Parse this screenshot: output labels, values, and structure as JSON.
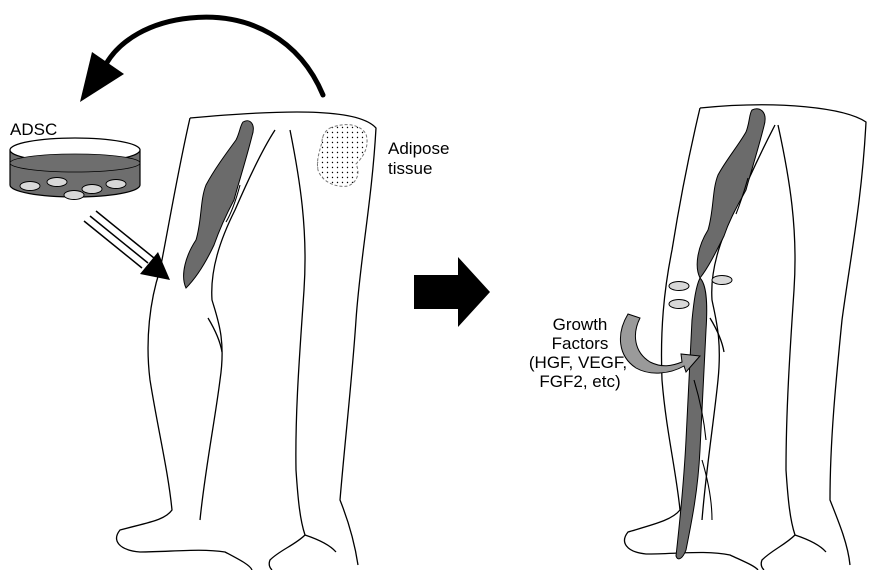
{
  "labels": {
    "adsc": "ADSC",
    "adipose_line1": "Adipose",
    "adipose_line2": "tissue",
    "growth_line1": "Growth",
    "growth_line2": "Factors",
    "growth_line3": "(HGF, VEGF,",
    "growth_line4": "FGF2, etc)"
  },
  "colors": {
    "vessel_fill": "#6b6b6b",
    "dish_medium": "#6e6e6e",
    "cell_fill": "#d8d8d8",
    "curved_arrow_fill": "#9a9a9a",
    "outline": "#000000"
  },
  "icons": {
    "transition_arrow": "block-right-arrow",
    "harvest_arrow": "curved-arrow",
    "injection_arrow": "triple-line-arrow"
  }
}
